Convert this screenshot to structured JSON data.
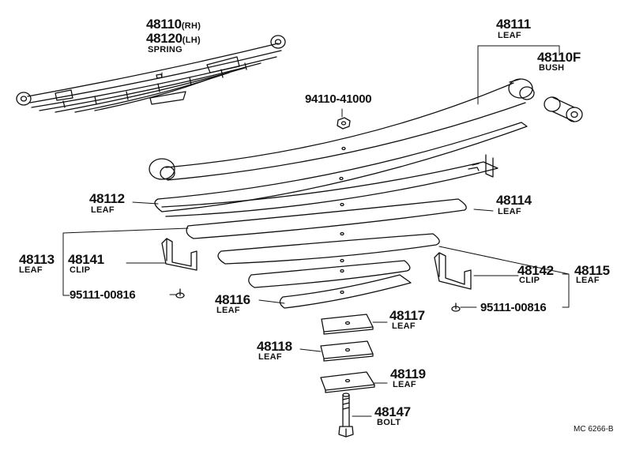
{
  "diagram": {
    "callouts": {
      "spring": {
        "number_rh": "48110",
        "suffix_rh": "(RH)",
        "number_lh": "48120",
        "suffix_lh": "(LH)",
        "name": "SPRING"
      },
      "leaf_48111": {
        "number": "48111",
        "name": "LEAF"
      },
      "bush": {
        "number": "48110F",
        "name": "BUSH"
      },
      "nut": {
        "number": "94110-41000"
      },
      "leaf_48112": {
        "number": "48112",
        "name": "LEAF"
      },
      "leaf_48114": {
        "number": "48114",
        "name": "LEAF"
      },
      "leaf_48113": {
        "number": "48113",
        "name": "LEAF"
      },
      "clip_48141": {
        "number": "48141",
        "name": "CLIP"
      },
      "rivet_left": {
        "number": "95111-00816"
      },
      "clip_48142": {
        "number": "48142",
        "name": "CLIP"
      },
      "leaf_48115": {
        "number": "48115",
        "name": "LEAF"
      },
      "rivet_right": {
        "number": "95111-00816"
      },
      "leaf_48116": {
        "number": "48116",
        "name": "LEAF"
      },
      "leaf_48117": {
        "number": "48117",
        "name": "LEAF"
      },
      "leaf_48118": {
        "number": "48118",
        "name": "LEAF"
      },
      "leaf_48119": {
        "number": "48119",
        "name": "LEAF"
      },
      "bolt": {
        "number": "48147",
        "name": "BOLT"
      }
    },
    "footer_code": "MC 6266-B"
  }
}
